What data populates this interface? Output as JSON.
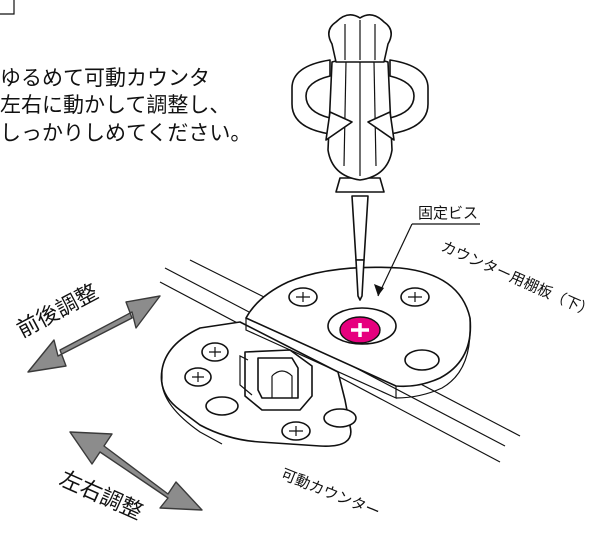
{
  "instruction": {
    "lines": [
      "ゆるめて可動カウンタ",
      "左右に動かして調整し、",
      "しっかりしめてください。"
    ]
  },
  "labels": {
    "fixing_screw": "固定ビス",
    "counter_shelf_lower": "カウンター用棚板（下）",
    "front_back_adjust": "前後調整",
    "left_right_adjust": "左右調整",
    "movable_counter": "可動カウンター"
  },
  "colors": {
    "screw_head": "#e6007e",
    "arrow_fill": "#8c8c8c",
    "line": "#111111"
  },
  "icons": {
    "rotation": "rotate-arrow-icon",
    "screwdriver": "screwdriver-icon",
    "screw": "cross-screw-icon"
  }
}
